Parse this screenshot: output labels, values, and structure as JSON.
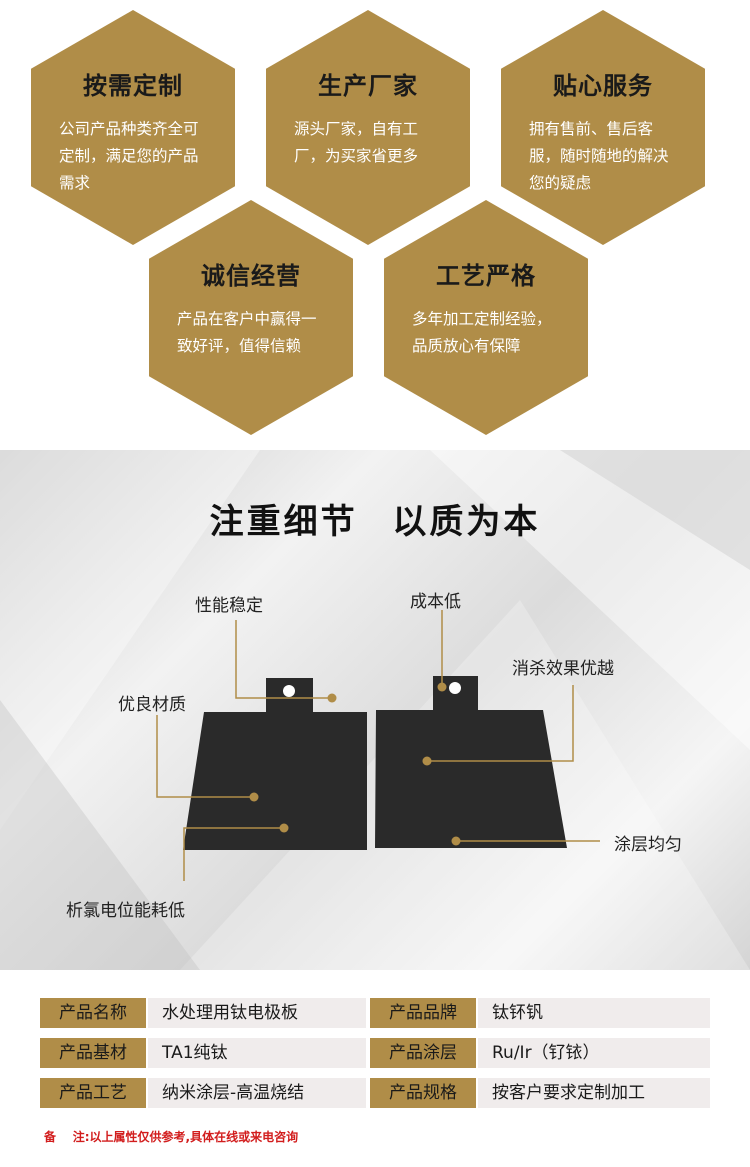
{
  "colors": {
    "gold": "#b08d48",
    "plate": "#2a2a2a",
    "note_red": "#d21d1d"
  },
  "features": [
    {
      "title": "按需定制",
      "desc": "公司产品种类齐全可定制，满足您的产品需求"
    },
    {
      "title": "生产厂家",
      "desc": "源头厂家，自有工厂，为买家省更多"
    },
    {
      "title": "贴心服务",
      "desc": "拥有售前、售后客服，随时随地的解决您的疑虑"
    },
    {
      "title": "诚信经营",
      "desc": "产品在客户中赢得一致好评，值得信赖"
    },
    {
      "title": "工艺严格",
      "desc": "多年加工定制经验，品质放心有保障"
    }
  ],
  "detail": {
    "title": "注重细节  以质为本",
    "callouts": {
      "stable": "性能稳定",
      "low_cost": "成本低",
      "sterilize": "消杀效果优越",
      "material": "优良材质",
      "coating": "涂层均匀",
      "chlorine": "析氯电位能耗低"
    }
  },
  "specs": {
    "rows": [
      {
        "l1": "产品名称",
        "v1": "水处理用钛电极板",
        "l2": "产品品牌",
        "v2": "钛钚钒"
      },
      {
        "l1": "产品基材",
        "v1": "TA1纯钛",
        "l2": "产品涂层",
        "v2": "Ru/Ir（钌铱）"
      },
      {
        "l1": "产品工艺",
        "v1": "纳米涂层-高温烧结",
        "l2": "产品规格",
        "v2": "按客户要求定制加工"
      }
    ],
    "note": "备    注:以上属性仅供参考,具体在线或来电咨询"
  }
}
